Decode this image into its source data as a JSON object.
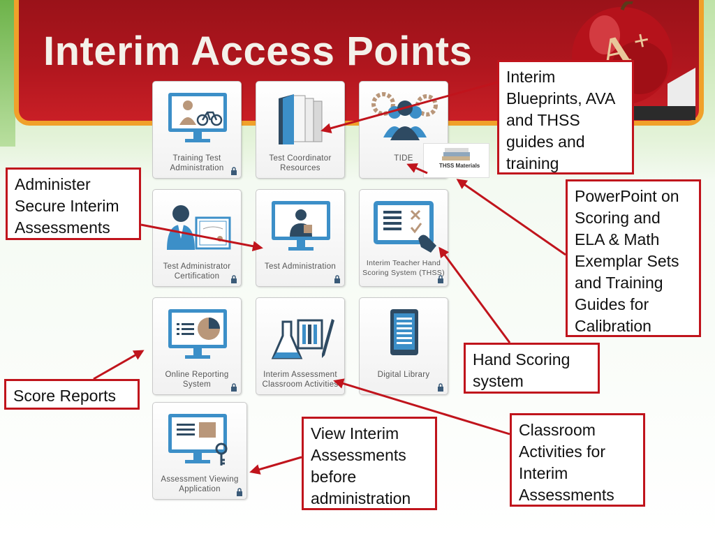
{
  "slide": {
    "title": "Interim Access Points"
  },
  "tiles": [
    {
      "id": "training-test-administration",
      "label": "Training Test Administration",
      "icon": "monitor-bicycle-icon"
    },
    {
      "id": "test-coordinator-resources",
      "label": "Test Coordinator Resources",
      "icon": "binders-icon"
    },
    {
      "id": "tide",
      "label": "TIDE",
      "icon": "people-gears-icon"
    },
    {
      "id": "test-administrator-certification",
      "label": "Test Administrator Certification",
      "icon": "person-certificate-icon"
    },
    {
      "id": "test-administration",
      "label": "Test Administration",
      "icon": "monitor-person-icon"
    },
    {
      "id": "thss",
      "label": "Interim Teacher Hand Scoring System (THSS)",
      "icon": "tablet-hand-icon"
    },
    {
      "id": "online-reporting-system",
      "label": "Online Reporting System",
      "icon": "monitor-piechart-icon"
    },
    {
      "id": "interim-assessment-classroom-activities",
      "label": "Interim Assessment Classroom Activities",
      "icon": "flask-abacus-pencil-icon"
    },
    {
      "id": "digital-library",
      "label": "Digital Library",
      "icon": "ereader-icon"
    },
    {
      "id": "assessment-viewing-application",
      "label": "Assessment Viewing Application",
      "icon": "monitor-keys-icon"
    }
  ],
  "thss_materials": {
    "label": "THSS Materials"
  },
  "callouts": {
    "blueprints": "Interim Blueprints, AVA and THSS guides and training",
    "administer": "Administer Secure Interim Assessments",
    "powerpoint": "PowerPoint on Scoring and ELA & Math Exemplar Sets and Training Guides for Calibration",
    "hand_scoring": "Hand Scoring system",
    "score_reports": "Score Reports",
    "view_interim": "View Interim Assessments before administration",
    "classroom": "Classroom Activities for Interim Assessments"
  },
  "colors": {
    "banner_red": "#b0161e",
    "banner_border": "#f0a12a",
    "callout_border": "#c0141c",
    "icon_blue": "#3c8fc8",
    "icon_navy": "#2e4a62",
    "icon_tan": "#b9977a"
  }
}
